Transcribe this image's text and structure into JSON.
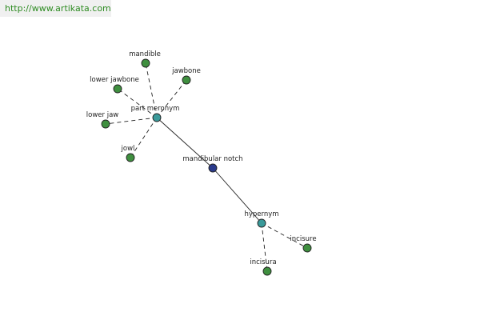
{
  "site": {
    "url": "http://www.artikata.com"
  },
  "colors": {
    "center": "#2a3a8c",
    "hub": "#3a9a9a",
    "leaf": "#3f8f3f",
    "stroke": "#222222",
    "edge": "#222222",
    "url": "#2e8b22"
  },
  "graph": {
    "nodes": [
      {
        "id": "center",
        "label": "mandibular notch",
        "kind": "center"
      },
      {
        "id": "meronym",
        "label": "part meronym",
        "kind": "hub"
      },
      {
        "id": "hypernym",
        "label": "hypernym",
        "kind": "hub"
      },
      {
        "id": "mandible",
        "label": "mandible",
        "kind": "leaf"
      },
      {
        "id": "lowerjb",
        "label": "lower jawbone",
        "kind": "leaf"
      },
      {
        "id": "jawbone",
        "label": "jawbone",
        "kind": "leaf"
      },
      {
        "id": "lowerjaw",
        "label": "lower jaw",
        "kind": "leaf"
      },
      {
        "id": "jowl",
        "label": "jowl",
        "kind": "leaf"
      },
      {
        "id": "incisure",
        "label": "incisure",
        "kind": "leaf"
      },
      {
        "id": "incisura",
        "label": "incisura",
        "kind": "leaf"
      }
    ],
    "edges": [
      {
        "from": "center",
        "to": "meronym",
        "style": "solid"
      },
      {
        "from": "center",
        "to": "hypernym",
        "style": "solid"
      },
      {
        "from": "meronym",
        "to": "mandible",
        "style": "dashed"
      },
      {
        "from": "meronym",
        "to": "lowerjb",
        "style": "dashed"
      },
      {
        "from": "meronym",
        "to": "jawbone",
        "style": "dashed"
      },
      {
        "from": "meronym",
        "to": "lowerjaw",
        "style": "dashed"
      },
      {
        "from": "meronym",
        "to": "jowl",
        "style": "dashed"
      },
      {
        "from": "hypernym",
        "to": "incisure",
        "style": "dashed"
      },
      {
        "from": "hypernym",
        "to": "incisura",
        "style": "dashed"
      }
    ]
  }
}
